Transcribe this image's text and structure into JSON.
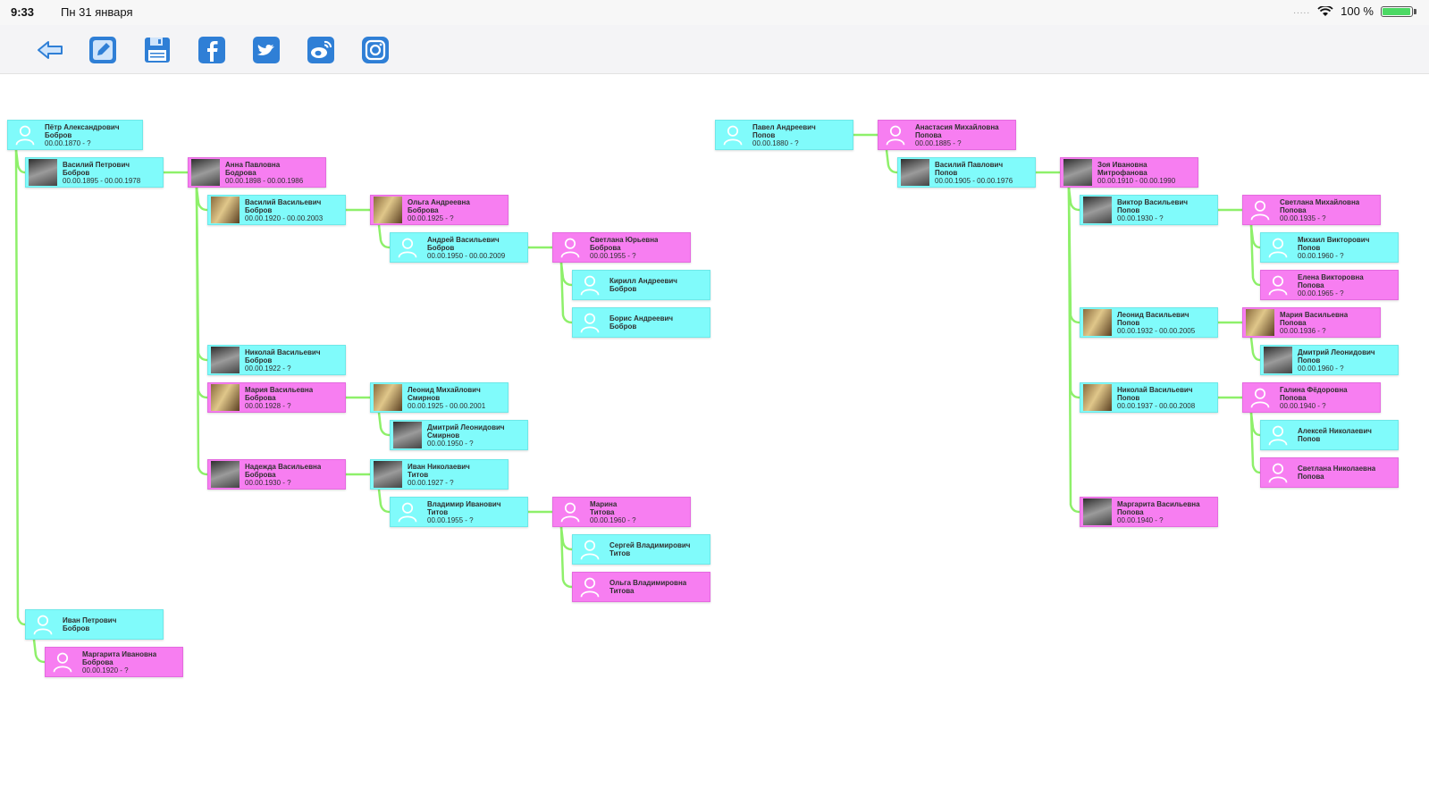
{
  "status": {
    "time": "9:33",
    "date": "Пн 31 января",
    "battery": "100 %",
    "signal_dots": "....."
  },
  "toolbar": {
    "buttons": [
      {
        "name": "back-button",
        "icon": "back-arrow-icon"
      },
      {
        "name": "edit-button",
        "icon": "edit-icon"
      },
      {
        "name": "save-button",
        "icon": "floppy-disk-icon"
      },
      {
        "name": "facebook-share-button",
        "icon": "facebook-icon"
      },
      {
        "name": "twitter-share-button",
        "icon": "twitter-icon"
      },
      {
        "name": "weibo-share-button",
        "icon": "weibo-icon"
      },
      {
        "name": "instagram-share-button",
        "icon": "instagram-icon"
      }
    ],
    "accent_color": "#2f7fd6"
  },
  "colors": {
    "male": "#80fbfb",
    "female": "#f77ef1",
    "connector": "#8ef06a"
  },
  "tree": {
    "nodes": [
      {
        "id": "n1",
        "gender": "m",
        "photo": "none",
        "name": "Пётр Александрович",
        "surname": "Бобров",
        "date": "00.00.1870 - ?"
      },
      {
        "id": "n2",
        "gender": "m",
        "photo": "photo2",
        "name": "Василий Петрович",
        "surname": "Бобров",
        "date": "00.00.1895 - 00.00.1978"
      },
      {
        "id": "n3",
        "gender": "f",
        "photo": "photo2",
        "name": "Анна Павловна",
        "surname": "Бодрова",
        "date": "00.00.1898 - 00.00.1986"
      },
      {
        "id": "n4",
        "gender": "m",
        "photo": "photo3",
        "name": "Василий Васильевич",
        "surname": "Бобров",
        "date": "00.00.1920 - 00.00.2003"
      },
      {
        "id": "n5",
        "gender": "f",
        "photo": "photo3",
        "name": "Ольга Андреевна",
        "surname": "Боброва",
        "date": "00.00.1925 - ?"
      },
      {
        "id": "n6",
        "gender": "m",
        "photo": "none",
        "name": "Андрей Васильевич",
        "surname": "Бобров",
        "date": "00.00.1950 - 00.00.2009"
      },
      {
        "id": "n7",
        "gender": "f",
        "photo": "none",
        "name": "Светлана Юрьевна",
        "surname": "Боброва",
        "date": "00.00.1955 - ?"
      },
      {
        "id": "n8",
        "gender": "m",
        "photo": "none",
        "name": "Кирилл Андреевич",
        "surname": "Бобров",
        "date": ""
      },
      {
        "id": "n9",
        "gender": "m",
        "photo": "none",
        "name": "Борис Андреевич",
        "surname": "Бобров",
        "date": ""
      },
      {
        "id": "n10",
        "gender": "m",
        "photo": "photo2",
        "name": "Николай Васильевич",
        "surname": "Бобров",
        "date": "00.00.1922 - ?"
      },
      {
        "id": "n11",
        "gender": "f",
        "photo": "photo3",
        "name": "Мария Васильевна",
        "surname": "Боброва",
        "date": "00.00.1928 - ?"
      },
      {
        "id": "n12",
        "gender": "m",
        "photo": "photo3",
        "name": "Леонид Михайлович",
        "surname": "Смирнов",
        "date": "00.00.1925 - 00.00.2001"
      },
      {
        "id": "n13",
        "gender": "m",
        "photo": "photo2",
        "name": "Дмитрий Леонидович",
        "surname": "Смирнов",
        "date": "00.00.1950 - ?"
      },
      {
        "id": "n14",
        "gender": "f",
        "photo": "photo2",
        "name": "Надежда Васильевна",
        "surname": "Боброва",
        "date": "00.00.1930 - ?"
      },
      {
        "id": "n15",
        "gender": "m",
        "photo": "photo2",
        "name": "Иван Николаевич",
        "surname": "Титов",
        "date": "00.00.1927 - ?"
      },
      {
        "id": "n16",
        "gender": "m",
        "photo": "none",
        "name": "Владимир Иванович",
        "surname": "Титов",
        "date": "00.00.1955 - ?"
      },
      {
        "id": "n17",
        "gender": "f",
        "photo": "none",
        "name": "Марина",
        "surname": "Титова",
        "date": "00.00.1960 - ?"
      },
      {
        "id": "n18",
        "gender": "m",
        "photo": "none",
        "name": "Сергей Владимирович",
        "surname": "Титов",
        "date": ""
      },
      {
        "id": "n19",
        "gender": "f",
        "photo": "none",
        "name": "Ольга Владимировна",
        "surname": "Титова",
        "date": ""
      },
      {
        "id": "n20",
        "gender": "m",
        "photo": "none",
        "name": "Иван Петрович",
        "surname": "Бобров",
        "date": ""
      },
      {
        "id": "n21",
        "gender": "f",
        "photo": "none",
        "name": "Маргарита Ивановна",
        "surname": "Боброва",
        "date": "00.00.1920 - ?"
      },
      {
        "id": "n22",
        "gender": "m",
        "photo": "none",
        "name": "Павел Андреевич",
        "surname": "Попов",
        "date": "00.00.1880 - ?"
      },
      {
        "id": "n23",
        "gender": "f",
        "photo": "none",
        "name": "Анастасия Михайловна",
        "surname": "Попова",
        "date": "00.00.1885 - ?"
      },
      {
        "id": "n24",
        "gender": "m",
        "photo": "photo2",
        "name": "Василий Павлович",
        "surname": "Попов",
        "date": "00.00.1905 - 00.00.1976"
      },
      {
        "id": "n25",
        "gender": "f",
        "photo": "photo2",
        "name": "Зоя Ивановна",
        "surname": "Митрофанова",
        "date": "00.00.1910 - 00.00.1990"
      },
      {
        "id": "n26",
        "gender": "m",
        "photo": "photo2",
        "name": "Виктор Васильевич",
        "surname": "Попов",
        "date": "00.00.1930 - ?"
      },
      {
        "id": "n27",
        "gender": "f",
        "photo": "none",
        "name": "Светлана Михайловна",
        "surname": "Попова",
        "date": "00.00.1935 - ?"
      },
      {
        "id": "n28",
        "gender": "m",
        "photo": "none",
        "name": "Михаил Викторович",
        "surname": "Попов",
        "date": "00.00.1960 - ?"
      },
      {
        "id": "n29",
        "gender": "f",
        "photo": "none",
        "name": "Елена Викторовна",
        "surname": "Попова",
        "date": "00.00.1965 - ?"
      },
      {
        "id": "n30",
        "gender": "m",
        "photo": "photo3",
        "name": "Леонид Васильевич",
        "surname": "Попов",
        "date": "00.00.1932 - 00.00.2005"
      },
      {
        "id": "n31",
        "gender": "f",
        "photo": "photo3",
        "name": "Мария Васильевна",
        "surname": "Попова",
        "date": "00.00.1936 - ?"
      },
      {
        "id": "n32",
        "gender": "m",
        "photo": "photo2",
        "name": "Дмитрий Леонидович",
        "surname": "Попов",
        "date": "00.00.1960 - ?"
      },
      {
        "id": "n33",
        "gender": "m",
        "photo": "photo3",
        "name": "Николай Васильевич",
        "surname": "Попов",
        "date": "00.00.1937 - 00.00.2008"
      },
      {
        "id": "n34",
        "gender": "f",
        "photo": "none",
        "name": "Галина Фёдоровна",
        "surname": "Попова",
        "date": "00.00.1940 - ?"
      },
      {
        "id": "n35",
        "gender": "m",
        "photo": "none",
        "name": "Алексей Николаевич",
        "surname": "Попов",
        "date": ""
      },
      {
        "id": "n36",
        "gender": "f",
        "photo": "none",
        "name": "Светлана Николаевна",
        "surname": "Попова",
        "date": ""
      },
      {
        "id": "n37",
        "gender": "f",
        "photo": "photo2",
        "name": "Маргарита Васильевна",
        "surname": "Попова",
        "date": "00.00.1940 - ?"
      }
    ]
  }
}
